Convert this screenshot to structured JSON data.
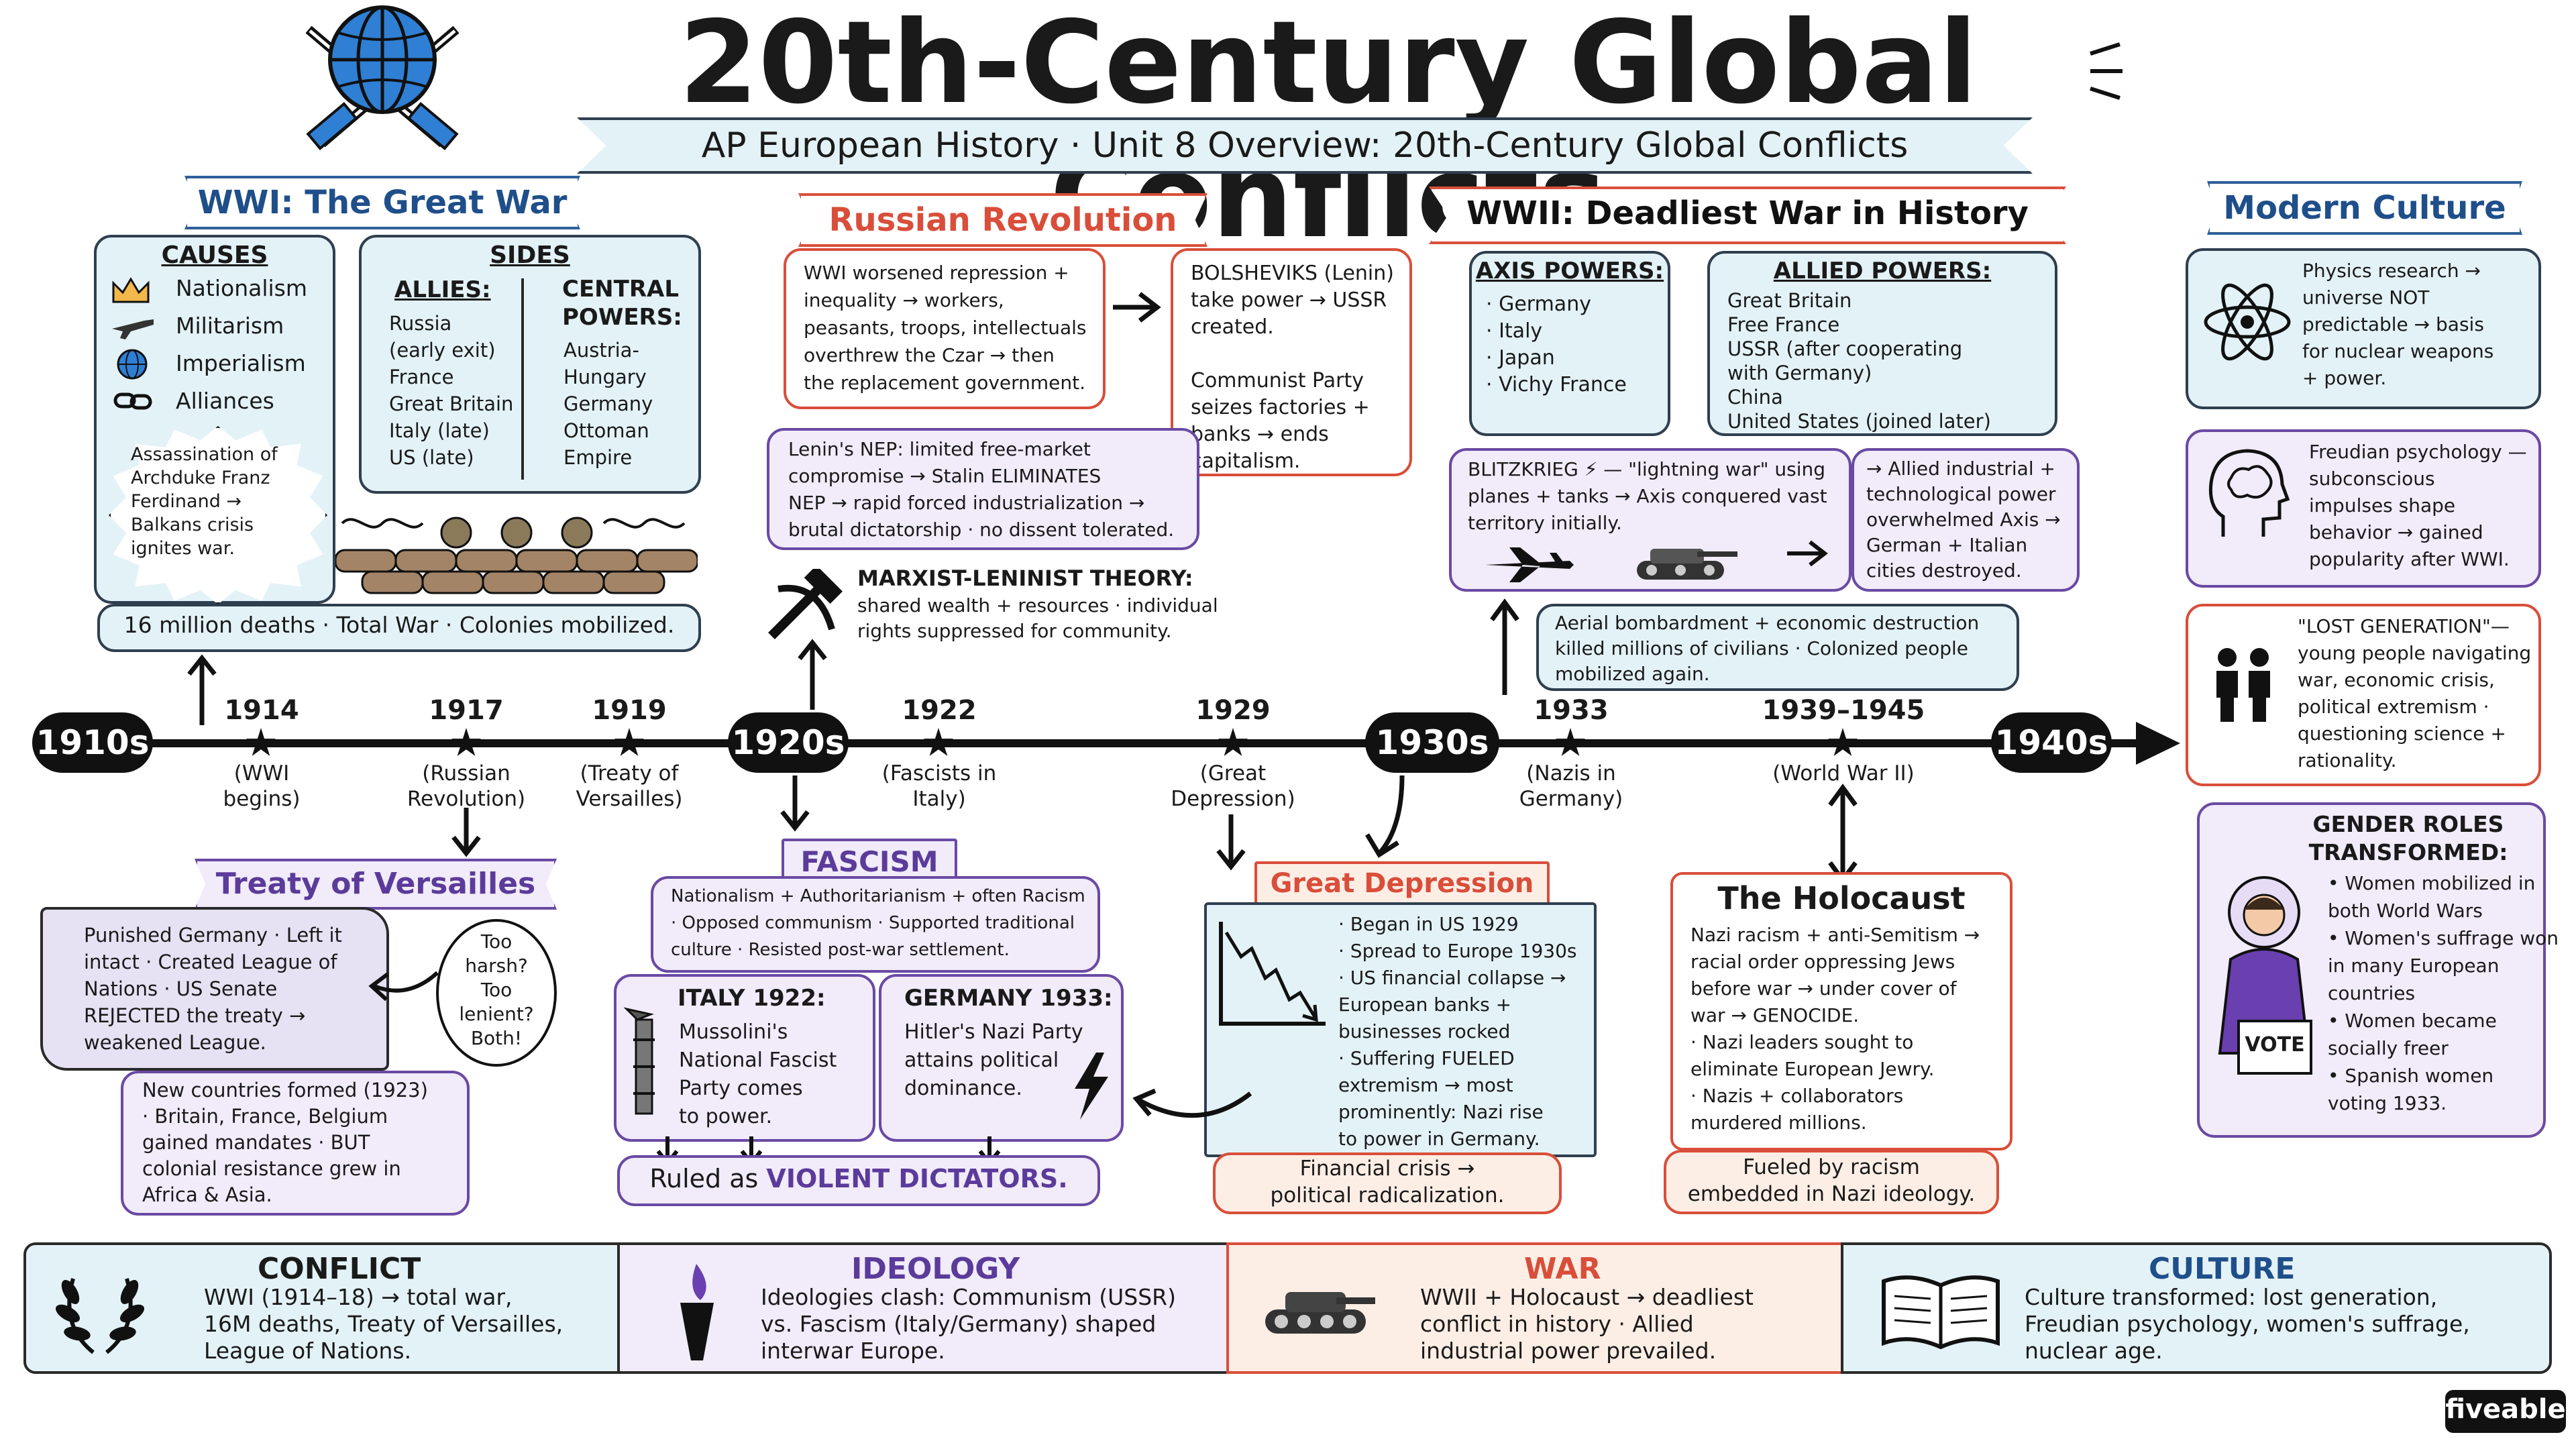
{
  "header": {
    "title": "20th-Century Global Conflicts",
    "subtitle": "AP European History · Unit 8 Overview: 20th-Century Global Conflicts"
  },
  "wwi": {
    "banner": "WWI: The Great War",
    "causes_heading": "CAUSES",
    "causes": [
      "Nationalism",
      "Militarism",
      "Imperialism",
      "Alliances"
    ],
    "trigger": "Assassination of\nArchduke Franz\nFerdinand →\nBalkans crisis\nignites war.",
    "sides_heading": "SIDES",
    "allies_heading": "ALLIES:",
    "allies": "Russia\n(early exit)\nFrance\nGreat Britain\nItaly (late)\nUS (late)",
    "central_heading": "CENTRAL\nPOWERS:",
    "central": "Austria-\nHungary\nGermany\nOttoman\nEmpire",
    "summary": "16 million deaths · Total War · Colonies mobilized."
  },
  "russian": {
    "banner": "Russian Revolution",
    "cause": "WWI worsened repression +\ninequality → workers,\npeasants, troops, intellectuals\noverthrew the Czar → then\nthe replacement government.",
    "bolsheviks": "BOLSHEVIKS (Lenin)\ntake power → USSR\ncreated.\n\nCommunist Party\nseizes factories +\nbanks → ends\ncapitalism.",
    "nep": "Lenin's NEP: limited free-market\ncompromise → Stalin ELIMINATES\nNEP → rapid forced industrialization →\nbrutal dictatorship · no dissent tolerated.",
    "theory_heading": "MARXIST-LENINIST THEORY:",
    "theory": "shared wealth + resources · individual\nrights suppressed for community."
  },
  "wwii": {
    "banner": "WWII: Deadliest War in History",
    "axis_heading": "AXIS POWERS:",
    "axis": "· Germany\n· Italy\n· Japan\n· Vichy France",
    "allied_heading": "ALLIED POWERS:",
    "allied": "Great Britain\nFree France\nUSSR (after cooperating\n  with Germany)\nChina\nUnited States (joined later)",
    "blitzkrieg": "BLITZKRIEG ⚡ — \"lightning war\" using\nplanes + tanks → Axis conquered vast\nterritory initially.",
    "allied_power": "→ Allied industrial +\ntechnological power\noverwhelmed Axis →\nGerman + Italian\ncities destroyed.",
    "bombardment": "Aerial bombardment + economic destruction\nkilled millions of civilians · Colonized people\nmobilized again."
  },
  "culture": {
    "banner": "Modern Culture",
    "physics": "Physics research →\nuniverse NOT\npredictable → basis\nfor nuclear weapons\n+ power.",
    "freud": "Freudian psychology —\nsubconscious\nimpulses shape\nbehavior → gained\npopularity after WWI.",
    "lost": "\"LOST GENERATION\"—\nyoung people navigating\nwar, economic crisis,\npolitical extremism ·\nquestioning science +\nrationality.",
    "gender_heading": "GENDER ROLES\nTRANSFORMED:",
    "gender": "• Women mobilized in\n  both World Wars\n• Women's suffrage won\n  in many European\n  countries\n• Women became\n  socially freer\n• Spanish women\n  voting 1933.",
    "vote": "VOTE"
  },
  "timeline": {
    "eras": [
      "1910s",
      "1920s",
      "1930s",
      "1940s"
    ],
    "events": [
      {
        "year": "1914",
        "label": "(WWI\nbegins)"
      },
      {
        "year": "1917",
        "label": "(Russian\nRevolution)"
      },
      {
        "year": "1919",
        "label": "(Treaty of\nVersailles)"
      },
      {
        "year": "1922",
        "label": "(Fascists in\nItaly)"
      },
      {
        "year": "1929",
        "label": "(Great\nDepression)"
      },
      {
        "year": "1933",
        "label": "(Nazis in\nGermany)"
      },
      {
        "year": "1939–1945",
        "label": "(World War II)"
      }
    ]
  },
  "versailles": {
    "banner": "Treaty of Versailles",
    "scroll": "Punished Germany · Left it\nintact · Created League of\nNations · US Senate\nREJECTED the treaty →\nweakened League.",
    "bubble": "Too\nharsh?\nToo\nlenient?\nBoth!",
    "mandates": "New countries formed (1923)\n· Britain, France, Belgium\ngained mandates · BUT\ncolonial resistance grew in\nAfrica & Asia."
  },
  "fascism": {
    "banner": "FASCISM",
    "summary": "Nationalism + Authoritarianism + often Racism\n· Opposed communism · Supported traditional\nculture · Resisted post-war settlement.",
    "italy_heading": "ITALY 1922:",
    "italy": "Mussolini's\nNational Fascist\nParty comes\nto power.",
    "germany_heading": "GERMANY 1933:",
    "germany": "Hitler's Nazi Party\nattains political\ndominance.",
    "ruled_prefix": "Ruled as ",
    "ruled_emph": "VIOLENT DICTATORS."
  },
  "depression": {
    "banner": "Great Depression",
    "points": "· Began in US 1929\n· Spread to Europe 1930s\n· US financial collapse →\n  European banks +\n  businesses rocked\n· Suffering FUELED\n  extremism → most\n  prominently: Nazi rise\n  to power in Germany.",
    "footer": "Financial crisis →\npolitical radicalization."
  },
  "holocaust": {
    "title": "The Holocaust",
    "body": "Nazi racism + anti-Semitism →\nracial order oppressing Jews\nbefore war → under cover of\nwar → GENOCIDE.\n· Nazi leaders sought to\n  eliminate European Jewry.\n· Nazis + collaborators\n  murdered millions.",
    "footer": "Fueled by racism\nembedded in Nazi ideology."
  },
  "themes": [
    {
      "title": "CONFLICT",
      "text": "WWI (1914–18) → total war,\n16M deaths, Treaty of Versailles,\nLeague of Nations."
    },
    {
      "title": "IDEOLOGY",
      "text": "Ideologies clash: Communism (USSR)\nvs. Fascism (Italy/Germany) shaped\ninterwar Europe."
    },
    {
      "title": "WAR",
      "text": "WWII + Holocaust → deadliest\nconflict in history · Allied\nindustrial power prevailed."
    },
    {
      "title": "CULTURE",
      "text": "Culture transformed: lost generation,\nFreudian psychology, women's suffrage,\nnuclear age."
    }
  ],
  "brand": "fiveable",
  "colors": {
    "blue": "#1f4f8a",
    "red": "#d94e3a",
    "purple": "#5b3b9a",
    "ink": "#111111"
  }
}
